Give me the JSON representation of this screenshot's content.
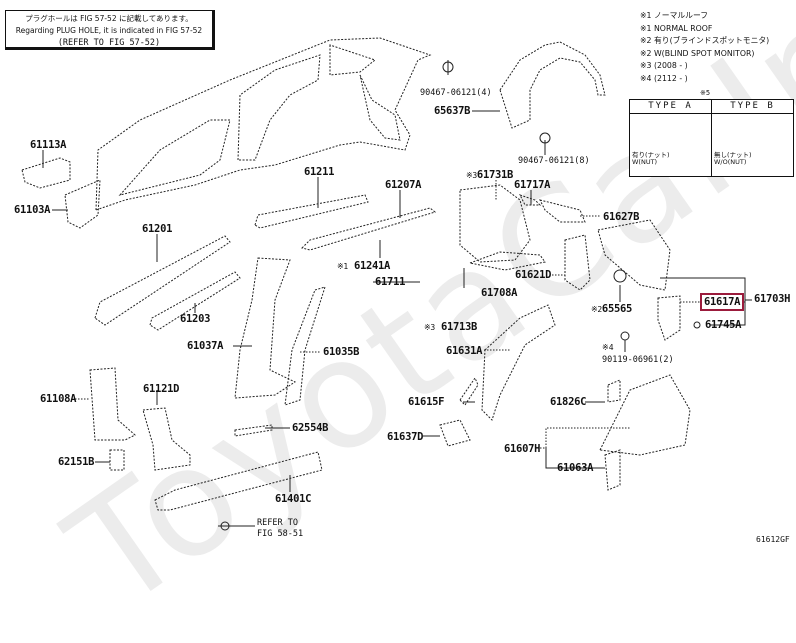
{
  "diagram": {
    "figure_number": "61612GF",
    "watermark": "ToyotaCarInfo",
    "highlight_color": "#9b1b3c",
    "highlighted_part": "61617A",
    "note_box": {
      "line_jp": "プラグホールは FIG 57-52 に記載してあります。",
      "line_en": "Regarding PLUG HOLE, it is indicated in FIG 57-52",
      "ref": "(REFER TO FIG 57-52)"
    },
    "legend": [
      "※1 ノーマルルーフ",
      "※1 NORMAL ROOF",
      "※2 有り(ブラインドスポットモニタ)",
      "※2 W(BLIND SPOT MONITOR)",
      "※3 (2008 -      )",
      "※4 (2112 -      )"
    ],
    "type_table": {
      "marker": "※5",
      "type_a": {
        "label": "TYPE A",
        "caption_jp": "有り(ナット)",
        "caption_en": "W(NUT)"
      },
      "type_b": {
        "label": "TYPE B",
        "caption_jp": "無し(ナット)",
        "caption_en": "W/O(NUT)"
      }
    },
    "refer_bottom": {
      "line1": "REFER TO",
      "line2": "FIG 58-51"
    },
    "parts": [
      {
        "id": "61113A",
        "label": "61113A"
      },
      {
        "id": "61103A",
        "label": "61103A"
      },
      {
        "id": "61201",
        "label": "61201"
      },
      {
        "id": "61203",
        "label": "61203"
      },
      {
        "id": "61211",
        "label": "61211"
      },
      {
        "id": "61207A",
        "label": "61207A"
      },
      {
        "id": "61241A",
        "label": "61241A",
        "marker": "※1"
      },
      {
        "id": "61711",
        "label": "61711"
      },
      {
        "id": "61713B",
        "label": "61713B",
        "marker": "※3"
      },
      {
        "id": "61708A",
        "label": "61708A"
      },
      {
        "id": "61037A",
        "label": "61037A"
      },
      {
        "id": "61035B",
        "label": "61035B"
      },
      {
        "id": "62554B",
        "label": "62554B"
      },
      {
        "id": "61108A",
        "label": "61108A"
      },
      {
        "id": "61121D",
        "label": "61121D"
      },
      {
        "id": "62151B",
        "label": "62151B"
      },
      {
        "id": "61401C",
        "label": "61401C"
      },
      {
        "id": "90467-06121-4",
        "label": "90467-06121(4)"
      },
      {
        "id": "65637B",
        "label": "65637B"
      },
      {
        "id": "90467-06121-8",
        "label": "90467-06121(8)"
      },
      {
        "id": "61731B",
        "label": "61731B",
        "marker": "※3"
      },
      {
        "id": "61717A",
        "label": "61717A"
      },
      {
        "id": "61627B",
        "label": "61627B"
      },
      {
        "id": "61621D",
        "label": "61621D"
      },
      {
        "id": "65565",
        "label": "65565",
        "marker": "※2"
      },
      {
        "id": "61617A",
        "label": "61617A"
      },
      {
        "id": "61703H",
        "label": "61703H"
      },
      {
        "id": "61745A",
        "label": "61745A"
      },
      {
        "id": "90119-06961",
        "label": "90119-06961(2)",
        "marker": "※4"
      },
      {
        "id": "61631A",
        "label": "61631A"
      },
      {
        "id": "61615F",
        "label": "61615F"
      },
      {
        "id": "61637D",
        "label": "61637D"
      },
      {
        "id": "61826C",
        "label": "61826C"
      },
      {
        "id": "61607H",
        "label": "61607H"
      },
      {
        "id": "61063A",
        "label": "61063A"
      }
    ]
  }
}
